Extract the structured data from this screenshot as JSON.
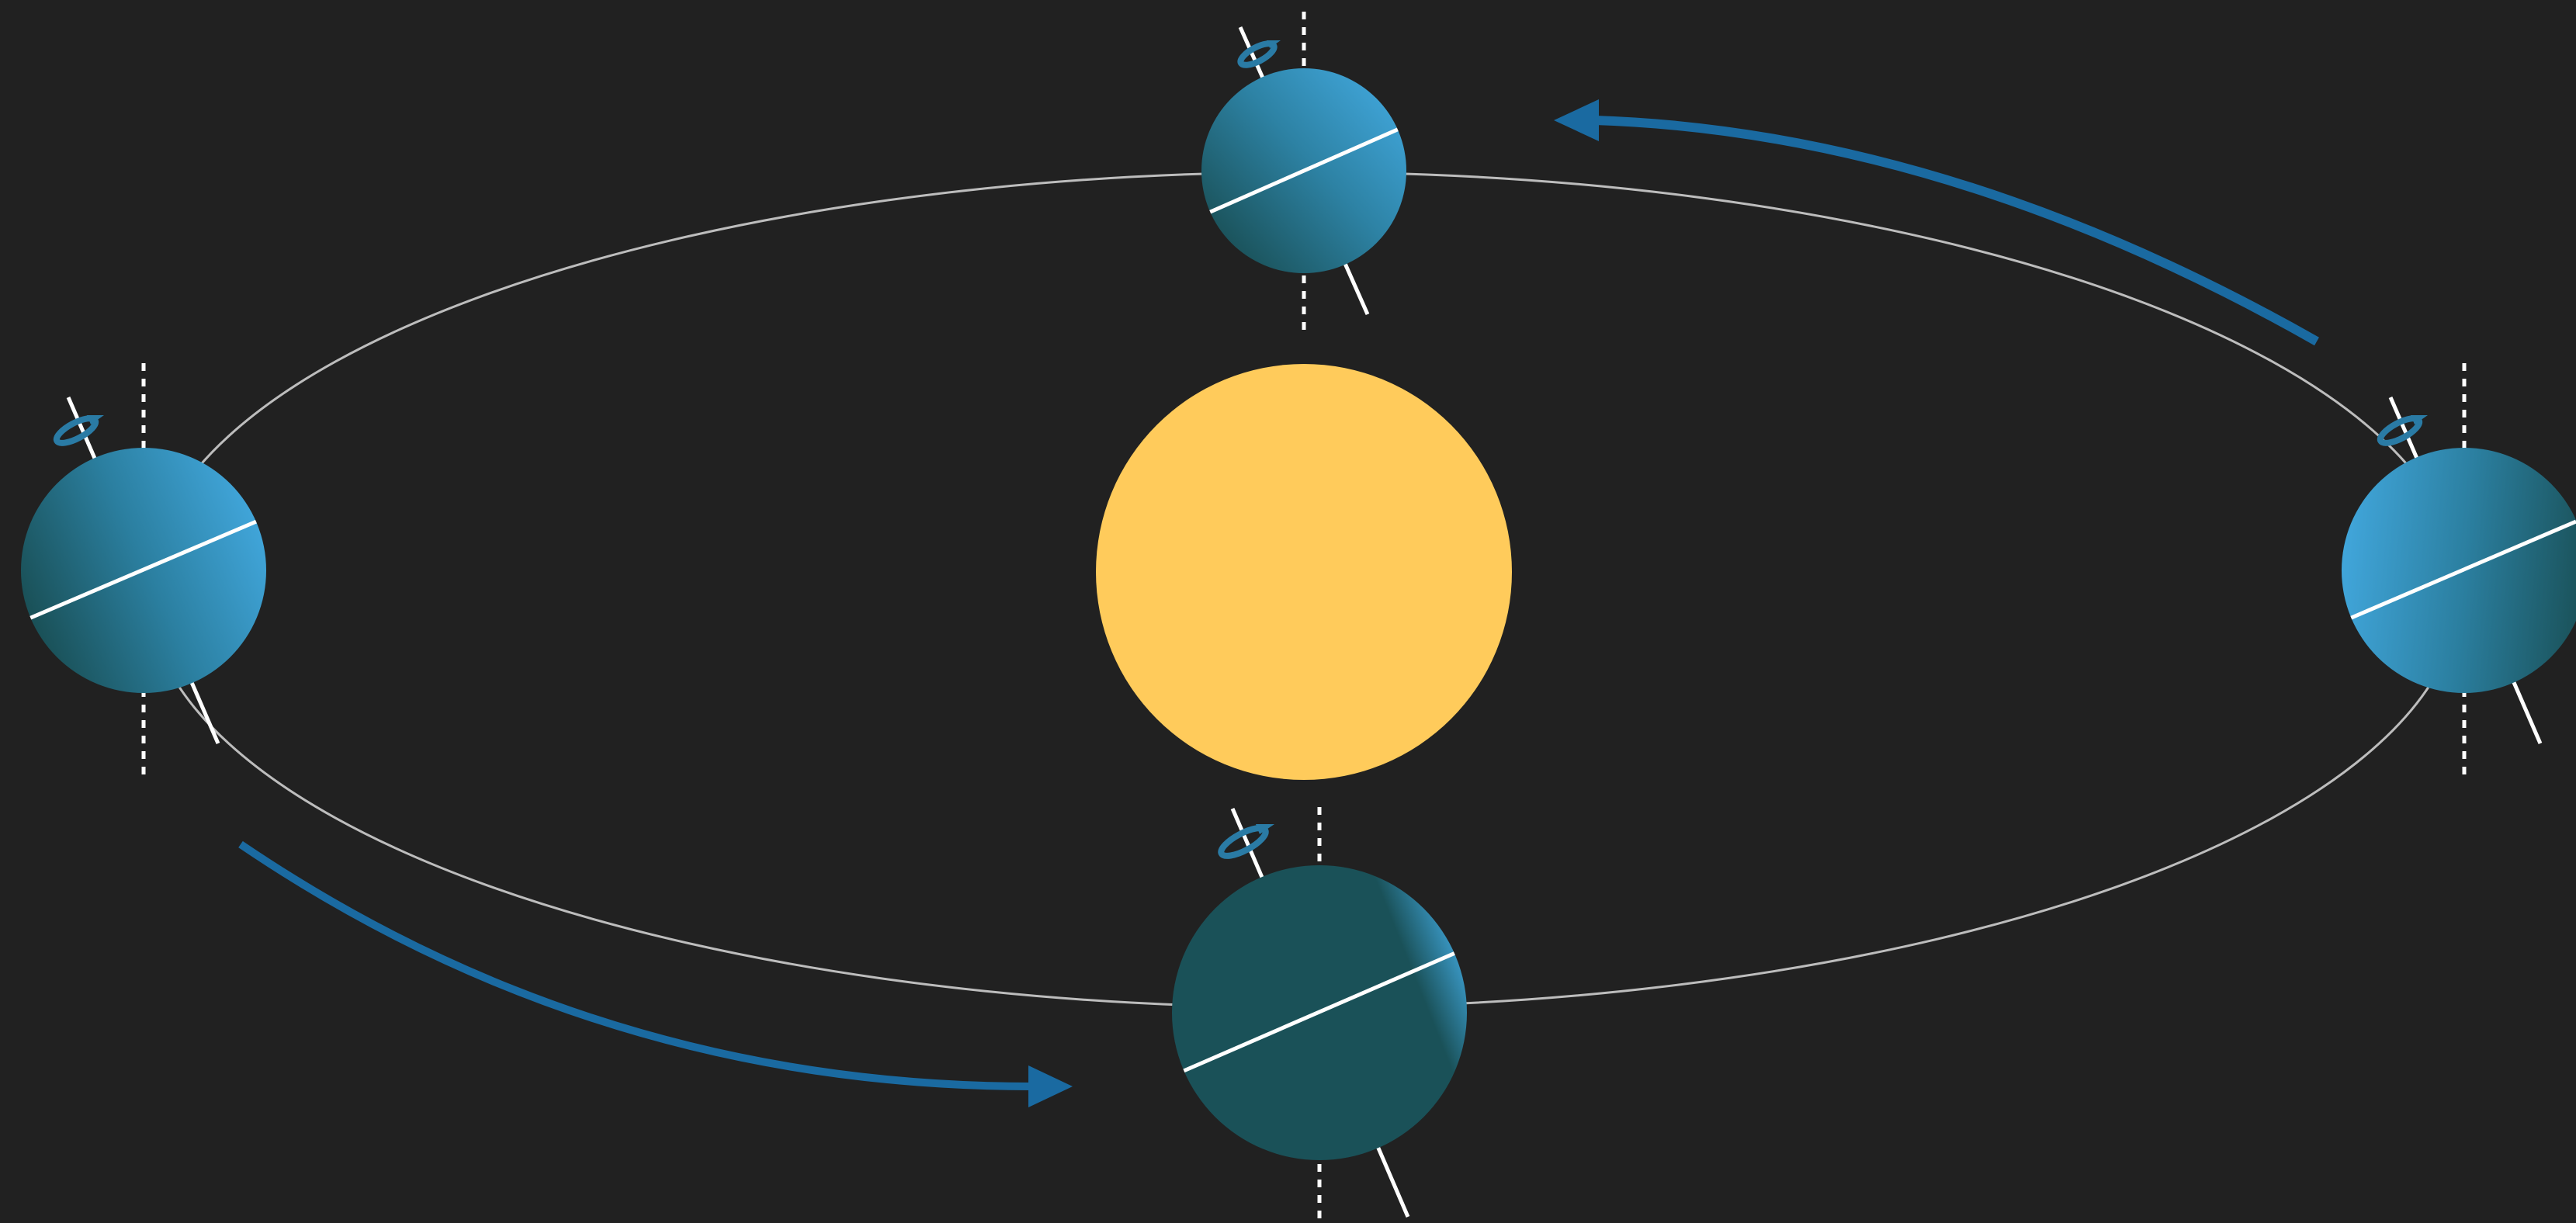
{
  "diagram": {
    "background": "#212121",
    "orbit_color": "#bdbdbd",
    "sun_color": "#ffcb5b",
    "arrow_color": "#1a6aa1",
    "planet_light": "#3fa3d6",
    "planet_dark": "#1a5158",
    "axis_color": "#ffffff",
    "spin_icon": "rotation-arrow-icon",
    "orbit_direction": "counter-clockwise",
    "planets": [
      {
        "name": "top",
        "lit_side": "upper-right"
      },
      {
        "name": "left",
        "lit_side": "right"
      },
      {
        "name": "right",
        "lit_side": "left"
      },
      {
        "name": "bottom",
        "lit_side": "upper-right"
      }
    ]
  }
}
